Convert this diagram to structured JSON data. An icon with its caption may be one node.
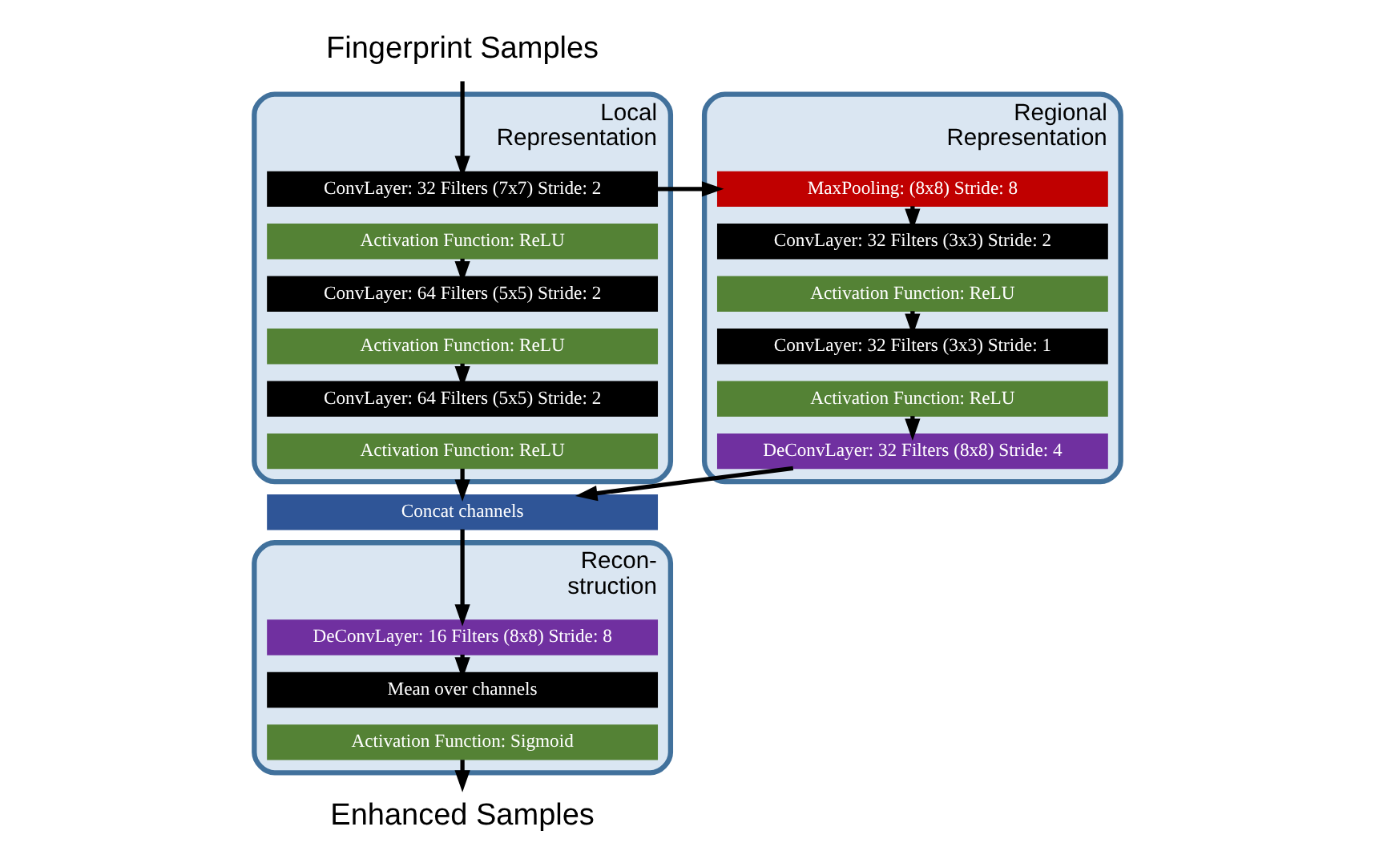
{
  "diagram": {
    "nodes": [
      {
        "text": [
          "Fingerprint Samples"
        ]
      },
      {
        "text": [
          "Local Representation"
        ]
      },
      {
        "text": [
          "ConvLayer: 32 Filters (7x7) Stride: 2"
        ],
        "in": 1
      },
      {
        "text": [
          "Activation Function: ReLU"
        ],
        "in": 1
      },
      {
        "text": [
          "ConvLayer: 64 Filters (5x5) Stride: 2"
        ],
        "in": 1
      },
      {
        "text": [
          "Activation Function: ReLU"
        ],
        "in": 1
      },
      {
        "text": [
          "ConvLayer: 64 Filters (5x5) Stride: 2"
        ],
        "in": 1
      },
      {
        "text": [
          "Activation Function: ReLU"
        ],
        "in": 1
      },
      {
        "text": [
          "Regional Representation"
        ]
      },
      {
        "text": [
          "MaxPooling: (8x8) Stride: 8"
        ],
        "in": 8
      },
      {
        "text": [
          "ConvLayer: 32 Filters (3x3) Stride: 2"
        ],
        "in": 8
      },
      {
        "text": [
          "Activation Function: ReLU"
        ],
        "in": 8
      },
      {
        "text": [
          "ConvLayer: 32 Filters (3x3) Stride: 1"
        ],
        "in": 8
      },
      {
        "text": [
          "Activation Function: ReLU"
        ],
        "in": 8
      },
      {
        "text": [
          "DeConvLayer: 32 Filters (8x8) Stride: 4"
        ],
        "in": 8
      },
      {
        "text": [
          "Concat channels"
        ]
      },
      {
        "text": [
          "Recon- struction"
        ]
      },
      {
        "text": [
          "DeConvLayer: 16 Filters (8x8) Stride: 8"
        ],
        "in": 16
      },
      {
        "text": [
          "Mean over channels"
        ],
        "in": 16
      },
      {
        "text": [
          "Activation Function: Sigmoid"
        ],
        "in": 16
      },
      {
        "text": [
          "Enhanced Samples"
        ]
      }
    ],
    "edges": [
      {
        "from": 0,
        "to": 2,
        "arrow": "to"
      },
      {
        "from": 2,
        "to": 9,
        "arrow": "to"
      },
      {
        "from": 3,
        "to": 4,
        "arrow": "to"
      },
      {
        "from": 5,
        "to": 6,
        "arrow": "to"
      },
      {
        "from": 7,
        "to": 15,
        "arrow": "to"
      },
      {
        "from": 9,
        "to": 10,
        "arrow": "to"
      },
      {
        "from": 11,
        "to": 12,
        "arrow": "to"
      },
      {
        "from": 13,
        "to": 14,
        "arrow": "to"
      },
      {
        "from": 14,
        "to": 15,
        "arrow": "to"
      },
      {
        "from": 15,
        "to": 17,
        "arrow": "to"
      },
      {
        "from": 17,
        "to": 18,
        "arrow": "to"
      },
      {
        "from": 19,
        "to": 20,
        "arrow": "to"
      }
    ]
  }
}
